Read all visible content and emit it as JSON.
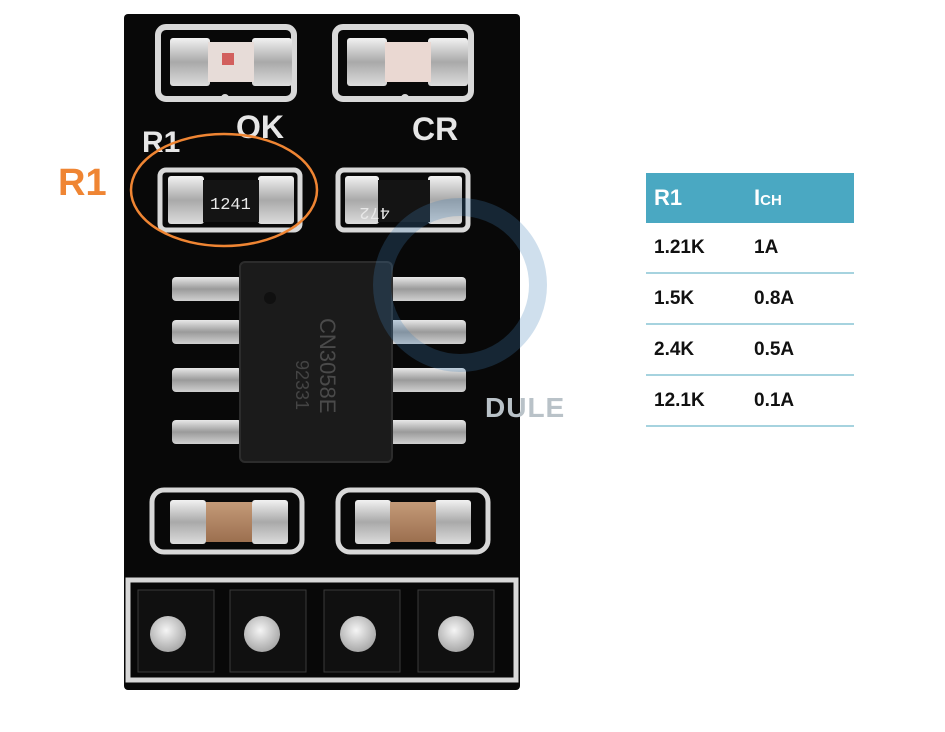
{
  "board": {
    "silk_r1": "R1",
    "silk_ok": "OK",
    "silk_cr": "CR",
    "resistor_1_code": "1241",
    "resistor_2_code": "472",
    "chip_mark_1": "CN3058E",
    "chip_mark_2": "92331"
  },
  "callout": {
    "label": "R1",
    "color": "#ef8533"
  },
  "watermark": {
    "text": "DULE"
  },
  "table": {
    "header_color": "#4aa8c2",
    "header_r1": "R1",
    "header_ich_main": "I",
    "header_ich_sub": "CH",
    "rows": [
      {
        "r1": "1.21K",
        "ich": "1A"
      },
      {
        "r1": "1.5K",
        "ich": "0.8A"
      },
      {
        "r1": "2.4K",
        "ich": "0.5A"
      },
      {
        "r1": "12.1K",
        "ich": "0.1A"
      }
    ]
  }
}
